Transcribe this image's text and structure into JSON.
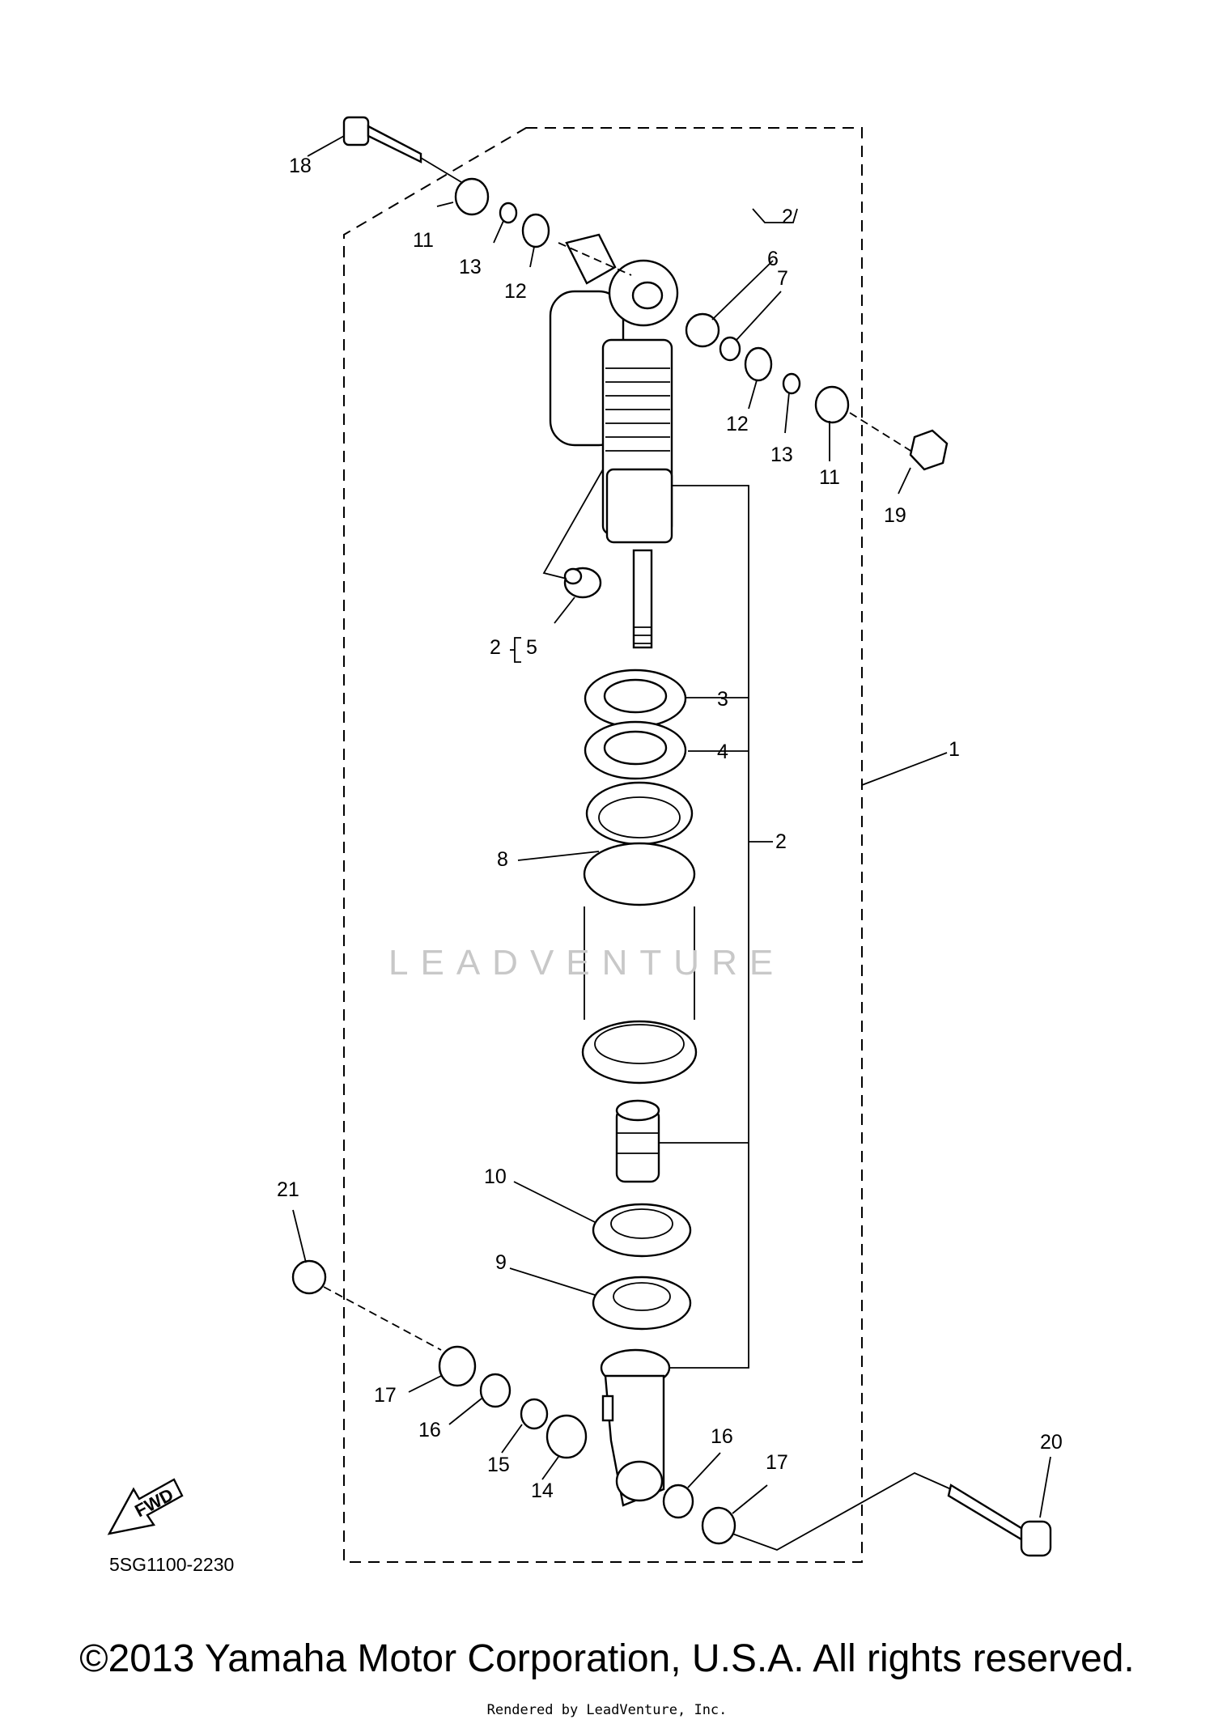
{
  "diagram_code": "5SG1100-2230",
  "copyright": "©2013 Yamaha Motor Corporation, U.S.A. All rights reserved.",
  "rendered_by": "Rendered by LeadVenture, Inc.",
  "watermark": "LEADVENTURE",
  "fwd_label": "FWD",
  "callouts": {
    "c1": "1",
    "c2_top": "2",
    "c2_mid": "2",
    "c2_left": "2",
    "c3": "3",
    "c4": "4",
    "c5": "5",
    "c6": "6",
    "c7": "7",
    "c8": "8",
    "c9": "9",
    "c10": "10",
    "c11_left": "11",
    "c11_right": "11",
    "c12_left": "12",
    "c12_right": "12",
    "c13_left": "13",
    "c13_right": "13",
    "c14": "14",
    "c15": "15",
    "c16_left": "16",
    "c16_right": "16",
    "c17_left": "17",
    "c17_right": "17",
    "c18": "18",
    "c19": "19",
    "c20": "20",
    "c21": "21"
  }
}
